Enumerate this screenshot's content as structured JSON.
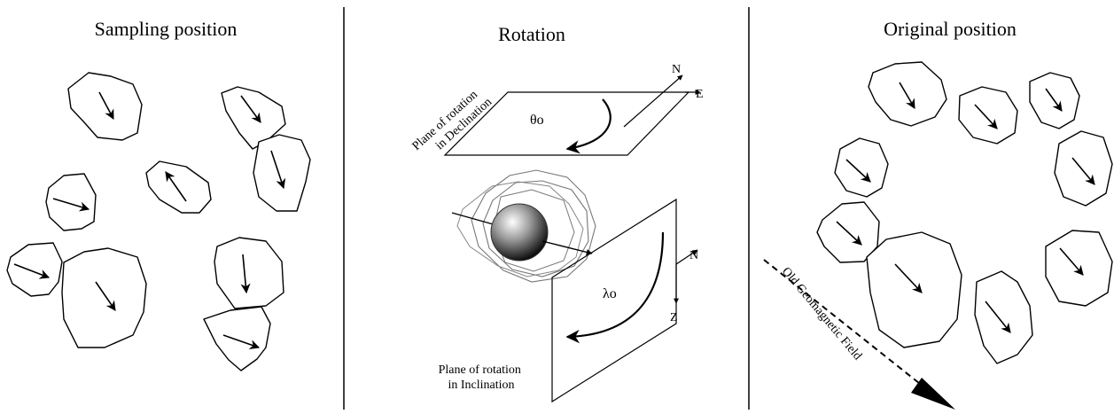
{
  "panels": {
    "sampling": {
      "title": "Sampling position"
    },
    "rotation": {
      "title": "Rotation",
      "declination_plane_label": [
        "Plane of rotation",
        "in Declination"
      ],
      "inclination_plane_label": [
        "Plane of rotation",
        "in Inclination"
      ],
      "theta_label": "θo",
      "lambda_label": "λo",
      "axis_n_top": "N",
      "axis_e": "E",
      "axis_n_bottom": "N",
      "axis_z": "Z"
    },
    "original": {
      "title": "Original position",
      "field_label": "Old Geomagnetic Field"
    }
  },
  "colors": {
    "ink": "#000000",
    "sphere_light": "#ffffff",
    "sphere_dark": "#000000",
    "cluster_stroke": "#777777"
  },
  "icons": [
    "rock-fragment-icon",
    "magnetization-arrow-icon",
    "sphere-icon"
  ]
}
